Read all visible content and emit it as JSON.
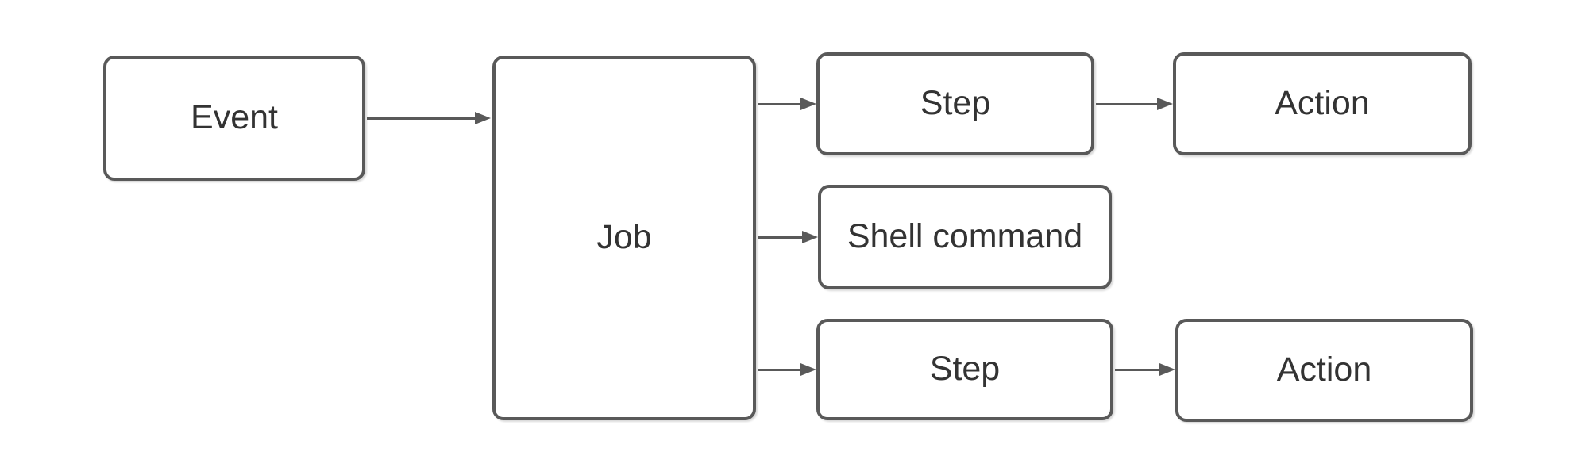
{
  "diagram": {
    "type": "flowchart",
    "background_color": "#ffffff",
    "stroke_color": "#595959",
    "text_color": "#333333",
    "nodes": [
      {
        "id": "event",
        "label": "Event"
      },
      {
        "id": "job",
        "label": "Job"
      },
      {
        "id": "step-top",
        "label": "Step"
      },
      {
        "id": "action-top",
        "label": "Action"
      },
      {
        "id": "shell-command",
        "label": "Shell command"
      },
      {
        "id": "step-bottom",
        "label": "Step"
      },
      {
        "id": "action-bottom",
        "label": "Action"
      }
    ],
    "edges": [
      {
        "from": "event",
        "to": "job",
        "style": "arrow"
      },
      {
        "from": "job",
        "to": "step-top",
        "style": "arrow"
      },
      {
        "from": "job",
        "to": "shell-command",
        "style": "arrow"
      },
      {
        "from": "job",
        "to": "step-bottom",
        "style": "arrow"
      },
      {
        "from": "step-top",
        "to": "action-top",
        "style": "arrow"
      },
      {
        "from": "step-bottom",
        "to": "action-bottom",
        "style": "arrow"
      }
    ]
  }
}
